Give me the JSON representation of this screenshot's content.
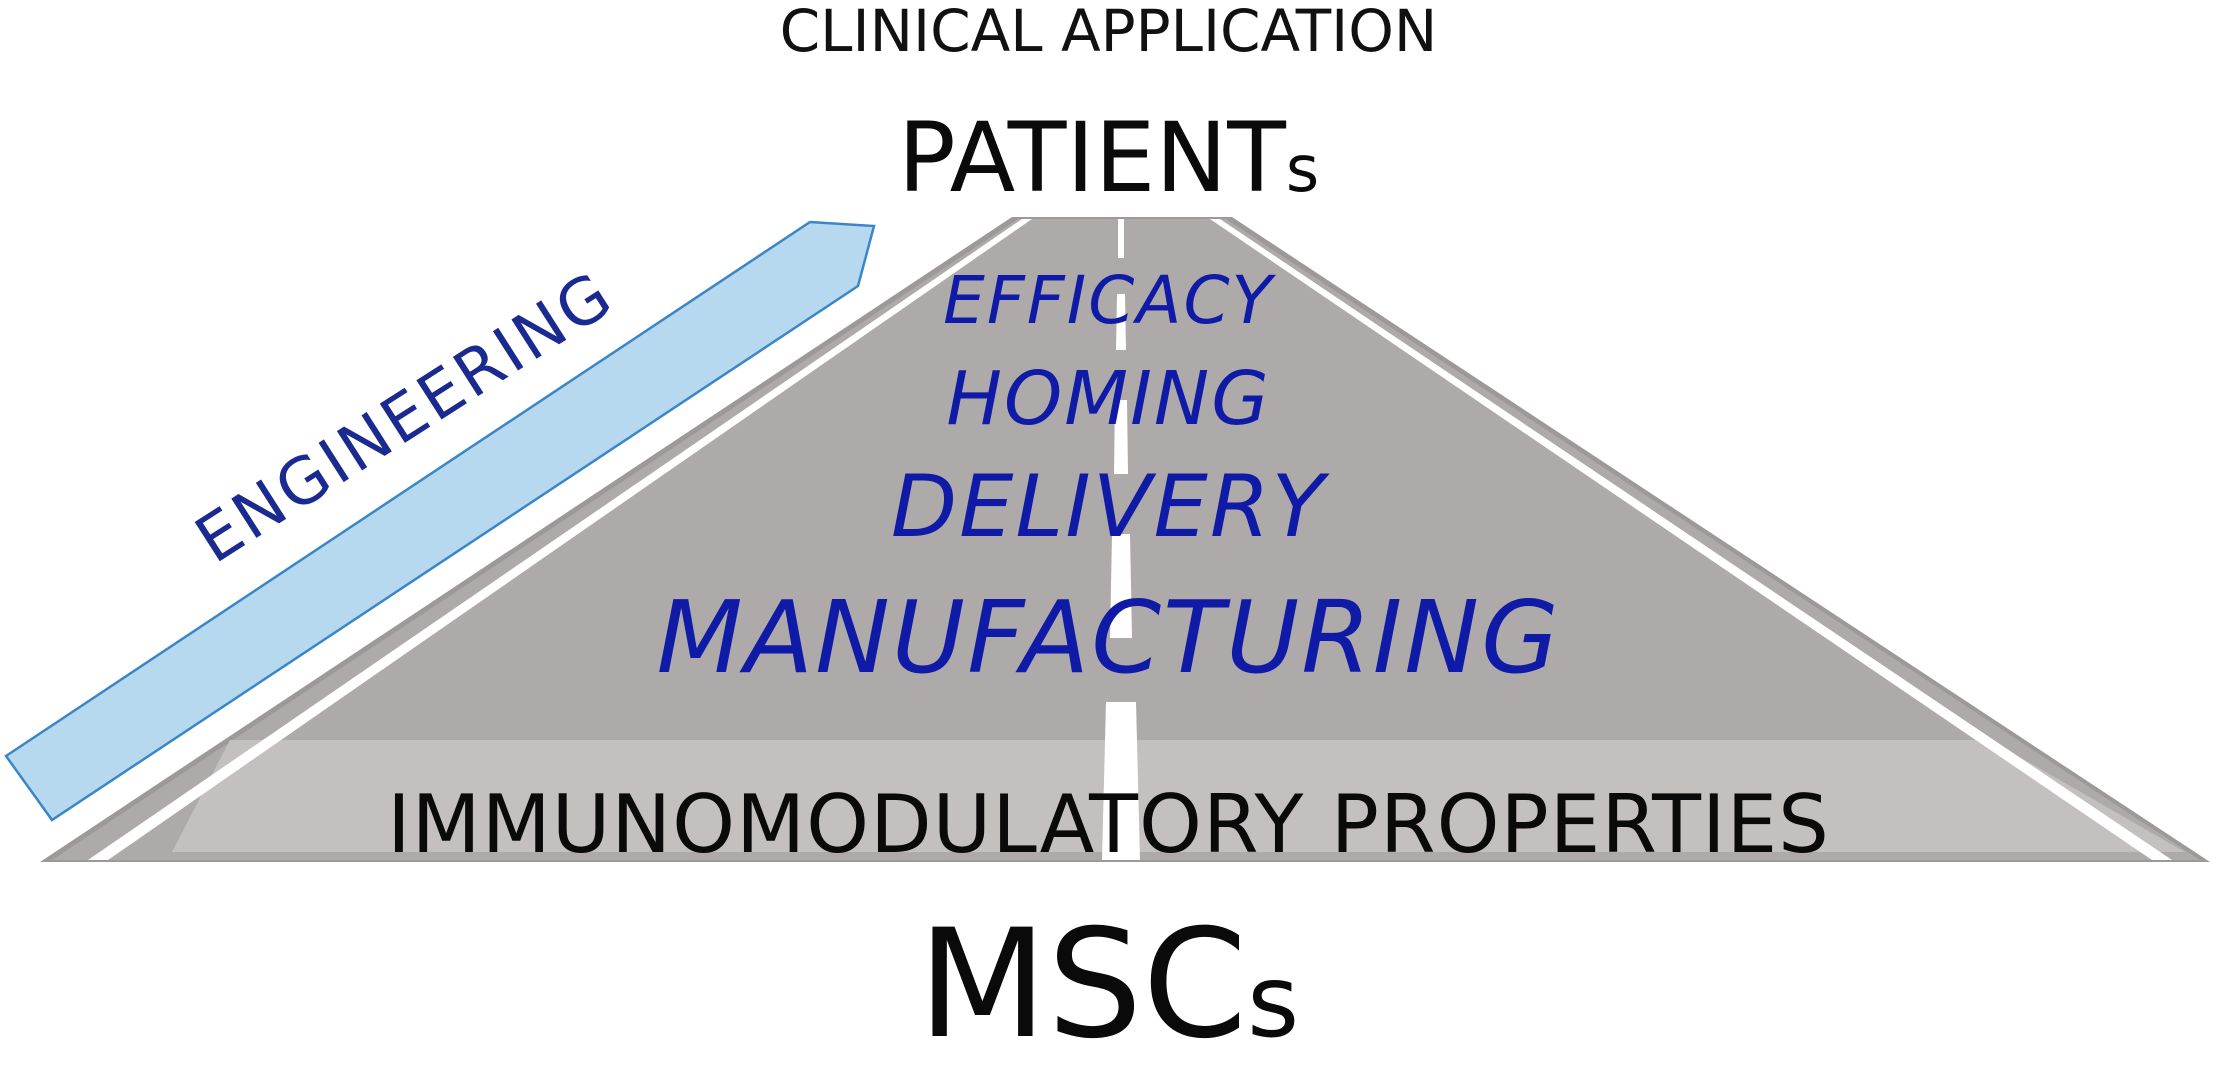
{
  "clinical_application": "CLINICAL APPLICATION",
  "patients": {
    "main": "PATIENT",
    "suffix": "s"
  },
  "engineering": "ENGINEERING",
  "road_stages": [
    "EFFICACY",
    "HOMING",
    "DELIVERY",
    "MANUFACTURING"
  ],
  "foundation": "IMMUNOMODULATORY PROPERTIES",
  "mscs": {
    "main": "MSC",
    "suffix": "s"
  },
  "colors": {
    "road": "#aeaaa9",
    "road_band": "#c8c4c3",
    "road_edge_line": "#ffffff",
    "road_shoulder": "#9d9998",
    "stage_text": "#0f1aa6",
    "arrow_fill": "#b7d9f0",
    "arrow_stroke": "#3a86c6",
    "engineering_text": "#1a2a90"
  }
}
